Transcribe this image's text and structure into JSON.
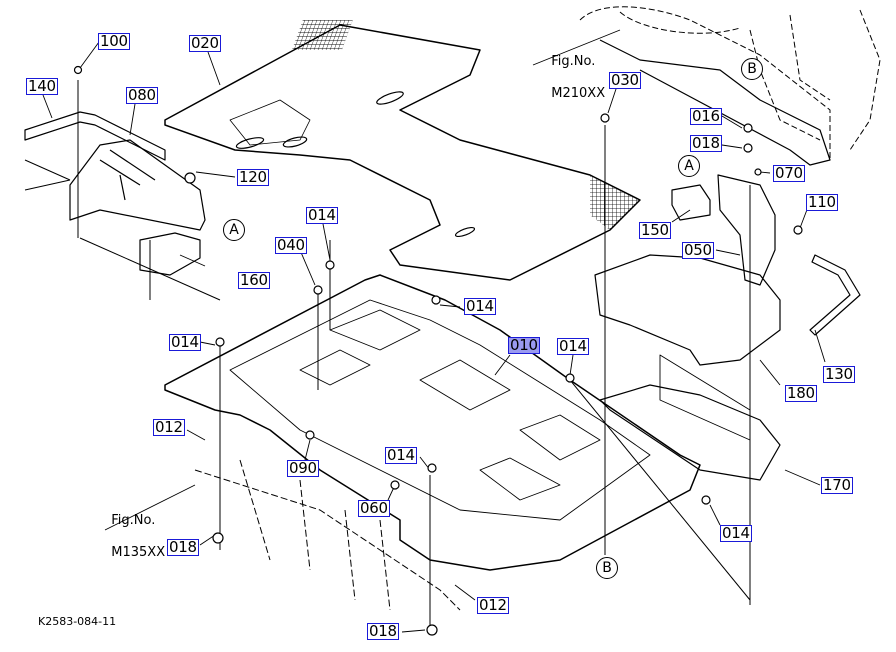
{
  "diagram": {
    "drawing_code": "K2583-084-11",
    "highlight_color": "#9a9af0",
    "label_border_color": "#1a1ad8",
    "references": [
      {
        "id": "ref-m210",
        "line1": "Fig.No.",
        "line2": "M210XX"
      },
      {
        "id": "ref-m135",
        "line1": "Fig.No.",
        "line2": "M135XX"
      }
    ],
    "markers": [
      "A",
      "A",
      "B",
      "B"
    ],
    "part_labels": [
      "100",
      "020",
      "140",
      "080",
      "120",
      "030",
      "016",
      "018",
      "070",
      "110",
      "150",
      "050",
      "014",
      "040",
      "160",
      "014",
      "014",
      "010",
      "014",
      "130",
      "180",
      "012",
      "090",
      "014",
      "060",
      "170",
      "018",
      "014",
      "012",
      "018"
    ],
    "highlighted_part": "010"
  }
}
